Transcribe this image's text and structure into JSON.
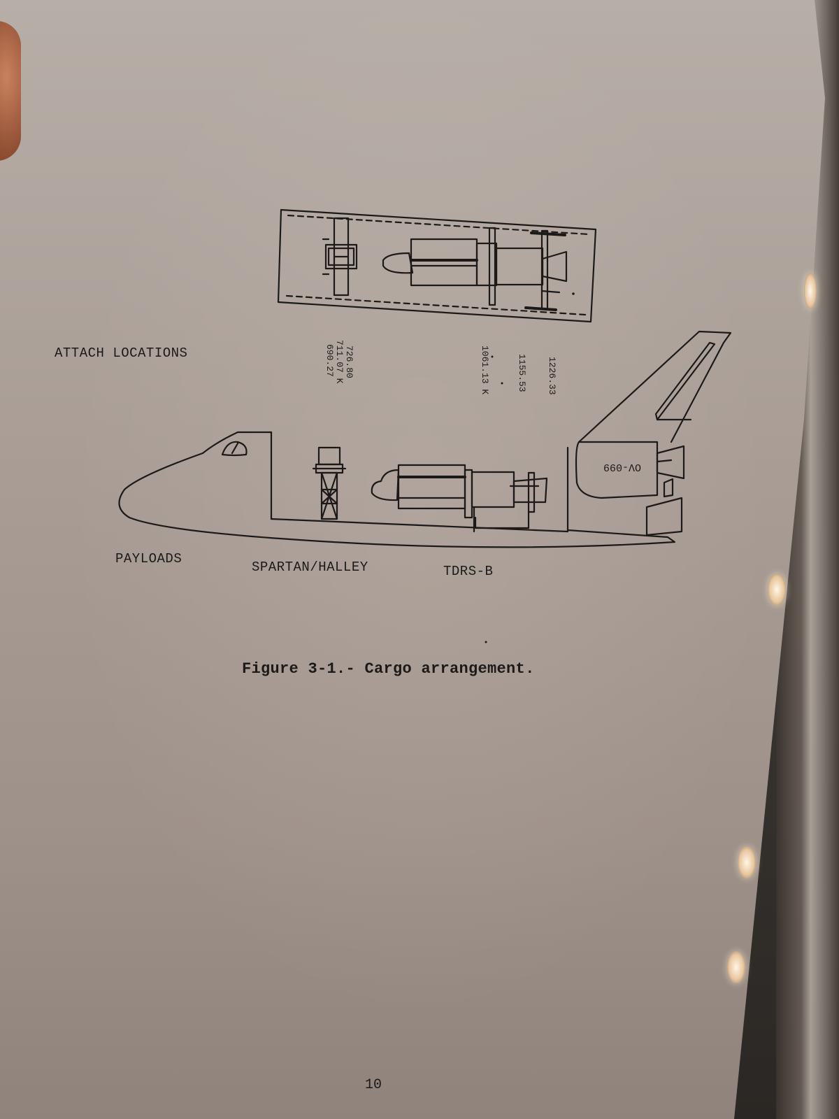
{
  "document": {
    "attach_label": "ATTACH LOCATIONS",
    "attach_values": {
      "group_1": [
        "690.27",
        "711.07 K",
        "726.80"
      ],
      "v1061": "1061.13 K",
      "v1155": "1155.53",
      "v1226": "1226.33"
    },
    "orbiter_label": "OV-099",
    "payload_labels": {
      "payloads": "PAYLOADS",
      "spartan": "SPARTAN/HALLEY",
      "tdrs": "TDRS-B"
    },
    "caption": "Figure 3-1.- Cargo arrangement.",
    "page_number": "10"
  },
  "colors": {
    "ink": "#1c1a18",
    "paper": "#a99d95"
  }
}
